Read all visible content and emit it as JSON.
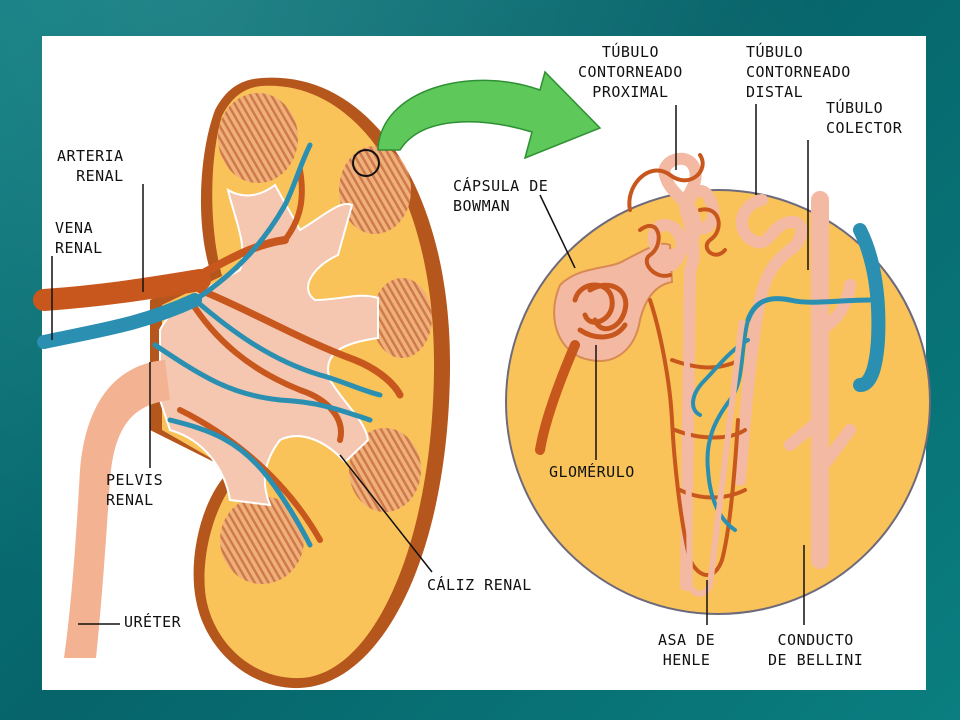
{
  "colors": {
    "background": "#0a7377",
    "panel": "#ffffff",
    "cortex": "#f9c35a",
    "medulla_pyramid": "#d98a53",
    "pelvis": "#f5c6b0",
    "artery": "#c8571d",
    "vein": "#2a8fb0",
    "tubule": "#f3b9a2",
    "arrow": "#5ec95a"
  },
  "labels": {
    "arteria_renal": [
      "ARTERIA",
      "RENAL"
    ],
    "vena_renal": [
      "VENA",
      "RENAL"
    ],
    "pelvis_renal": [
      "PELVIS",
      "RENAL"
    ],
    "ureter": "URÉTER",
    "caliz_renal": "CÁLIZ RENAL",
    "tubulo_proximal": [
      "TÚBULO",
      "CONTORNEADO",
      "PROXIMAL"
    ],
    "tubulo_distal": [
      "TÚBULO",
      "CONTORNEADO",
      "DISTAL"
    ],
    "tubulo_colector": [
      "TÚBULO",
      "COLECTOR"
    ],
    "capsula_bowman": [
      "CÁPSULA DE",
      "BOWMAN"
    ],
    "glomerulo": "GLOMÉRULO",
    "asa_henle": [
      "ASA DE",
      "HENLE"
    ],
    "conducto_bellini": [
      "CONDUCTO",
      "DE BELLINI"
    ]
  }
}
